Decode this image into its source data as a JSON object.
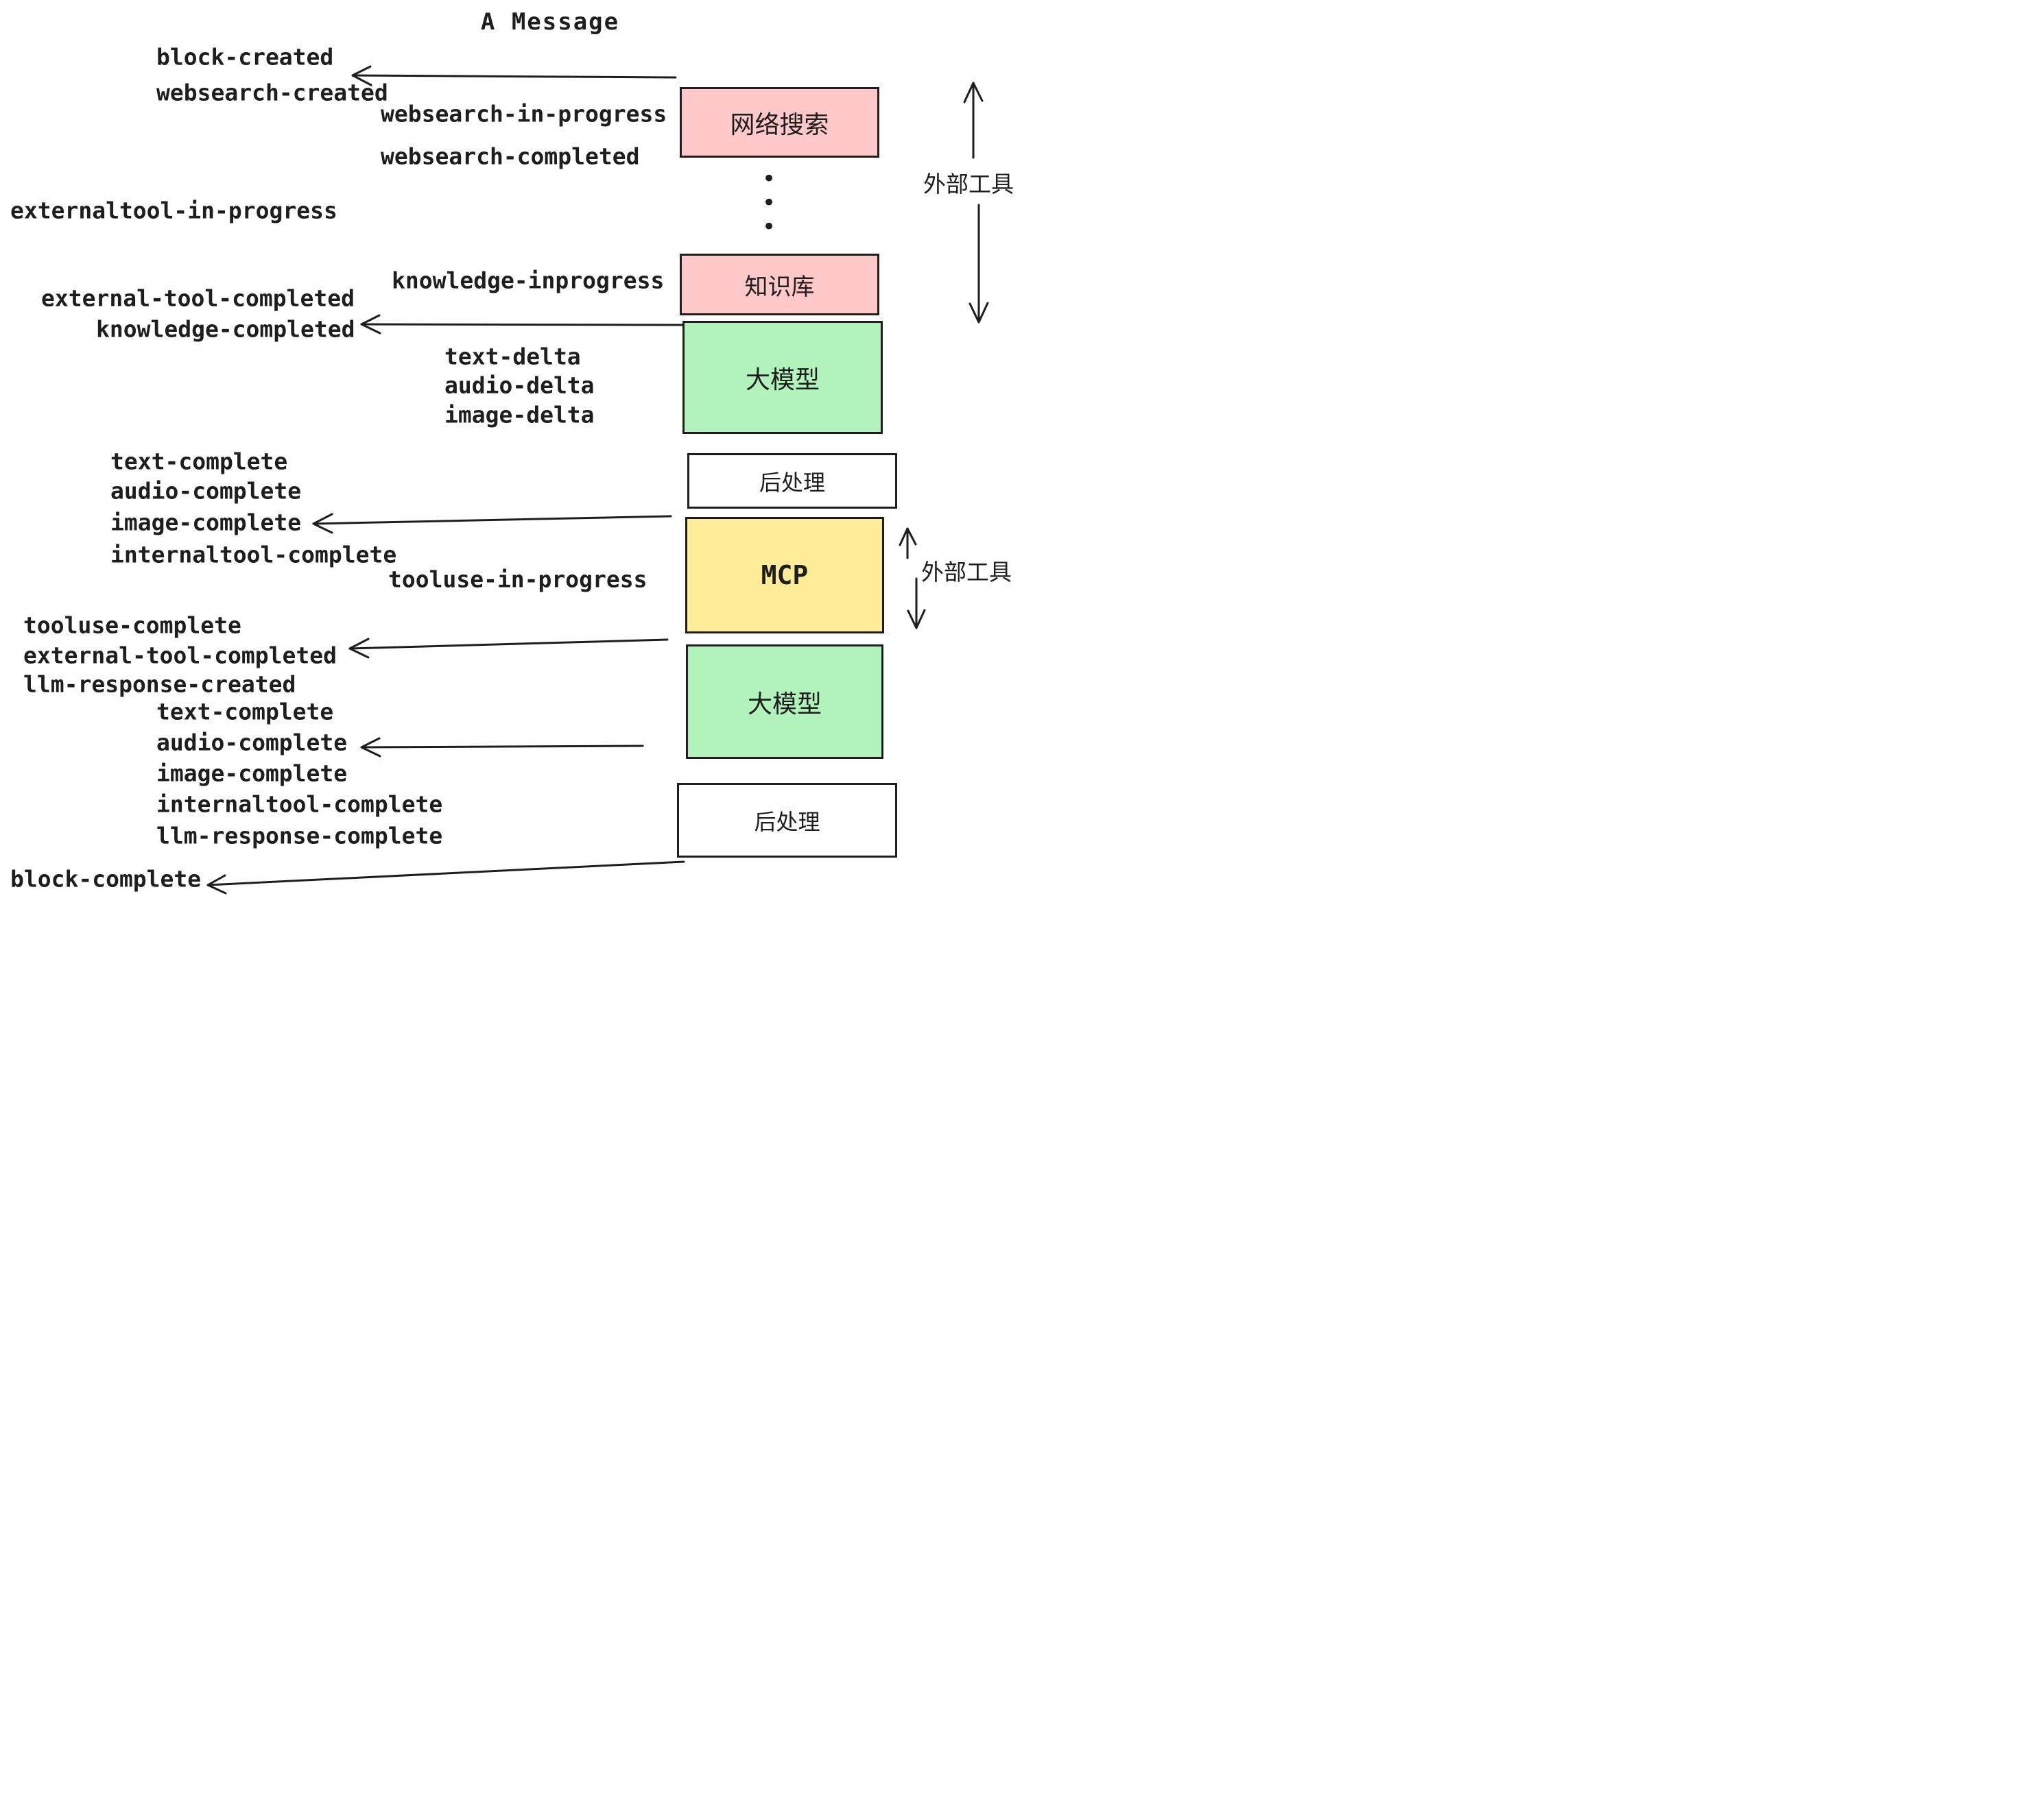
{
  "title": "A Message",
  "colors": {
    "pink": "#ffc9c9",
    "green": "#b2f2bb",
    "yellow": "#ffec99",
    "white": "#ffffff",
    "ink": "#1e1e1e"
  },
  "boxes": [
    {
      "id": "websearch",
      "label": "网络搜索",
      "fill": "#ffc9c9"
    },
    {
      "id": "knowledge",
      "label": "知识库",
      "fill": "#ffc9c9"
    },
    {
      "id": "llm-1",
      "label": "大模型",
      "fill": "#b2f2bb"
    },
    {
      "id": "postprocess-1",
      "label": "后处理",
      "fill": "#ffffff"
    },
    {
      "id": "mcp",
      "label": "MCP",
      "fill": "#ffec99"
    },
    {
      "id": "llm-2",
      "label": "大模型",
      "fill": "#b2f2bb"
    },
    {
      "id": "postprocess-2",
      "label": "后处理",
      "fill": "#ffffff"
    }
  ],
  "side_labels": {
    "external_tools_top": "外部工具",
    "external_tools_bottom": "外部工具"
  },
  "ellipsis": "•\n•\n•",
  "events": [
    "block-created",
    "websearch-created",
    "websearch-in-progress",
    "websearch-completed",
    "externaltool-in-progress",
    "knowledge-inprogress",
    "external-tool-completed",
    "knowledge-completed",
    "text-delta",
    "audio-delta",
    "image-delta",
    "text-complete",
    "audio-complete",
    "image-complete",
    "internaltool-complete",
    "tooluse-in-progress",
    "tooluse-complete",
    "external-tool-completed",
    "llm-response-created",
    "text-complete",
    "audio-complete",
    "image-complete",
    "internaltool-complete",
    "llm-response-complete",
    "block-complete"
  ]
}
